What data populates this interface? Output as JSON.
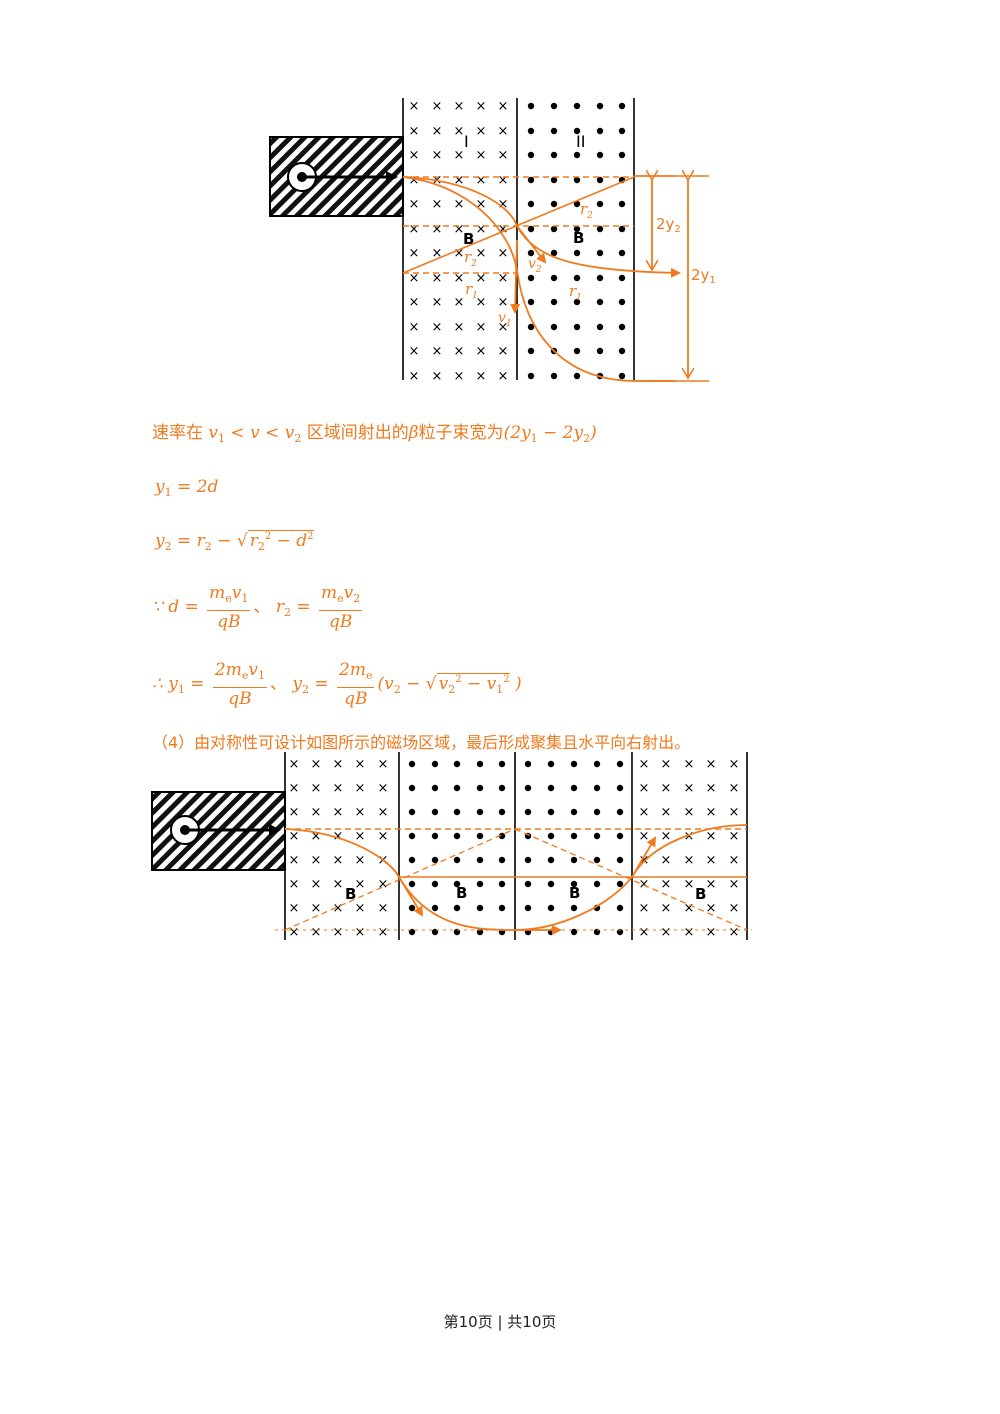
{
  "figure1": {
    "region_labels": [
      "I",
      "II"
    ],
    "field_label": "B",
    "radius_labels": [
      "r2",
      "r1"
    ],
    "speed_labels": [
      "v2",
      "v1"
    ],
    "dimension_labels": [
      "2y2",
      "2y1"
    ]
  },
  "text": {
    "line1_prefix": "速率在",
    "line1_mid": "区域间射出的",
    "line1_particle": "β",
    "line1_suffix": "粒子束宽为",
    "eq_y1": "= 2d",
    "therefore_d": "∵ d =",
    "therefore_y": "∴ y",
    "sep": "、",
    "part4": "（4）由对称性可设计如图所示的磁场区域，最后形成聚集且水平向右射出。"
  },
  "figure2": {
    "field_label": "B"
  },
  "footer": {
    "page_text": "第10页 | 共10页"
  },
  "colors": {
    "accent": "#f07a1e",
    "ink": "#000000"
  }
}
